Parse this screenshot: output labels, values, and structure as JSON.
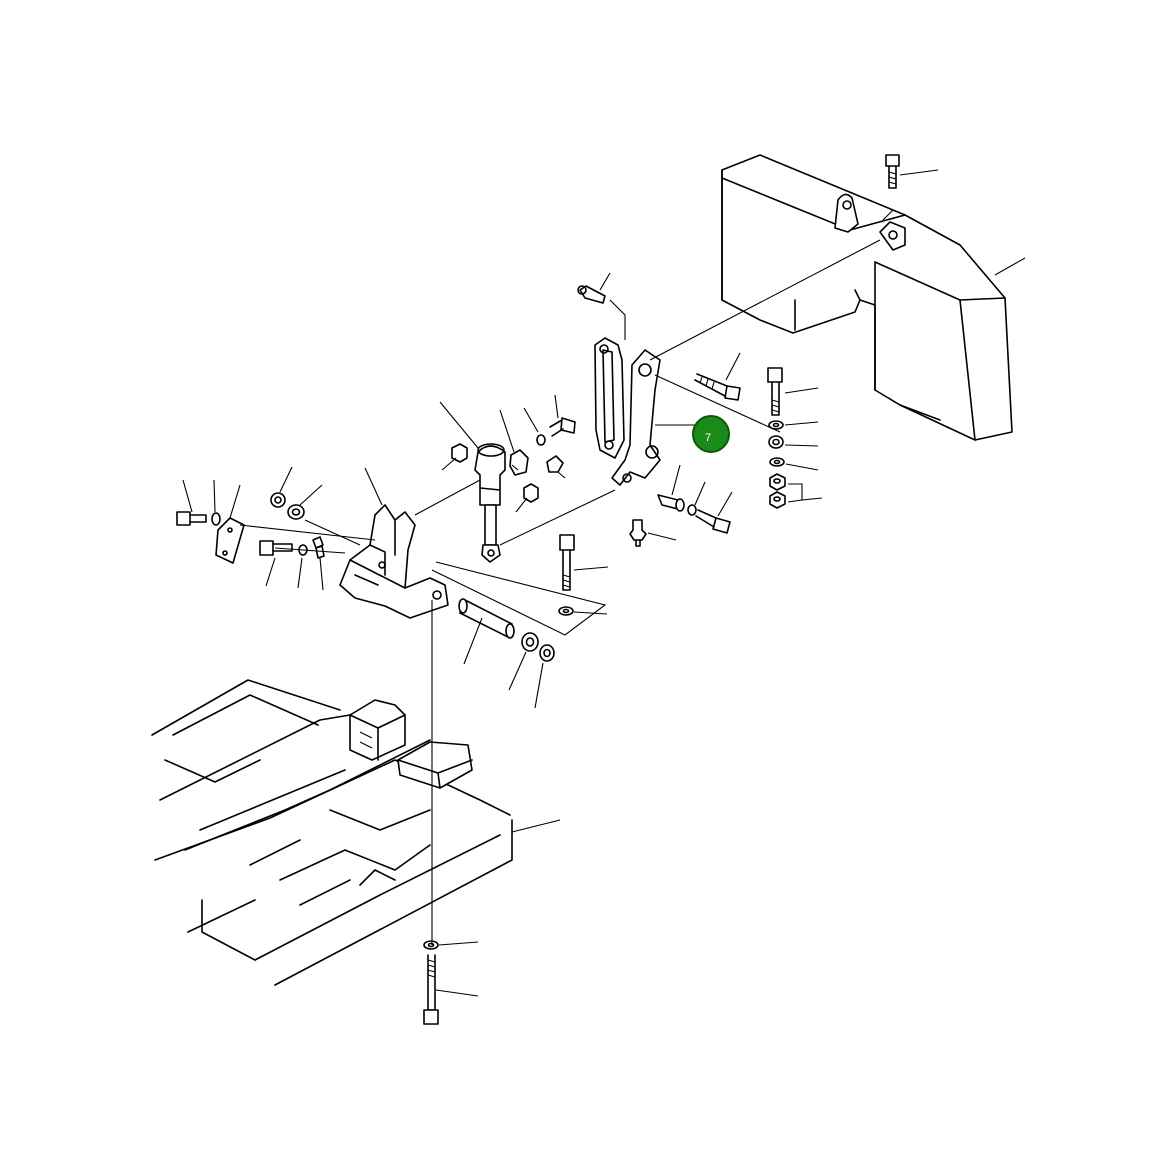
{
  "diagram": {
    "callout": {
      "label": "7",
      "fill": "#1a8a1a"
    },
    "icons": [
      "counterweight",
      "mounting-bracket",
      "lift-cylinder",
      "link-arm",
      "frame",
      "bolt",
      "washer",
      "nut",
      "pin",
      "bushing",
      "grease-fitting"
    ]
  }
}
